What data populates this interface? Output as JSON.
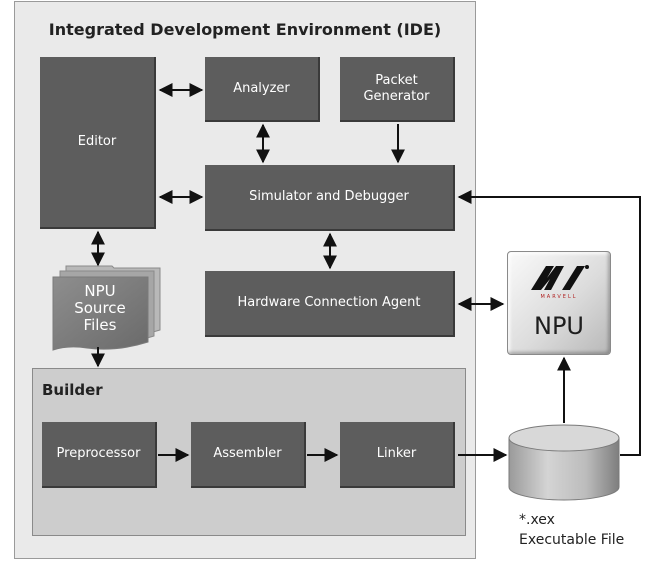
{
  "ide": {
    "title": "Integrated Development Environment (IDE)"
  },
  "boxes": {
    "editor": "Editor",
    "analyzer": "Analyzer",
    "packet_generator_line1": "Packet",
    "packet_generator_line2": "Generator",
    "simulator": "Simulator and Debugger",
    "hardware_agent": "Hardware Connection Agent"
  },
  "source_files": {
    "line1": "NPU",
    "line2": "Source",
    "line3": "Files"
  },
  "builder": {
    "title": "Builder",
    "preprocessor": "Preprocessor",
    "assembler": "Assembler",
    "linker": "Linker"
  },
  "npu": {
    "brand": "MARVELL",
    "label": "NPU"
  },
  "executable": {
    "line1": "*.xex",
    "line2": "Executable File"
  },
  "colors": {
    "box": "#5d5d5d",
    "panel": "#eaeaea",
    "builder_panel": "#cdcdcd",
    "arrow": "#111111"
  }
}
